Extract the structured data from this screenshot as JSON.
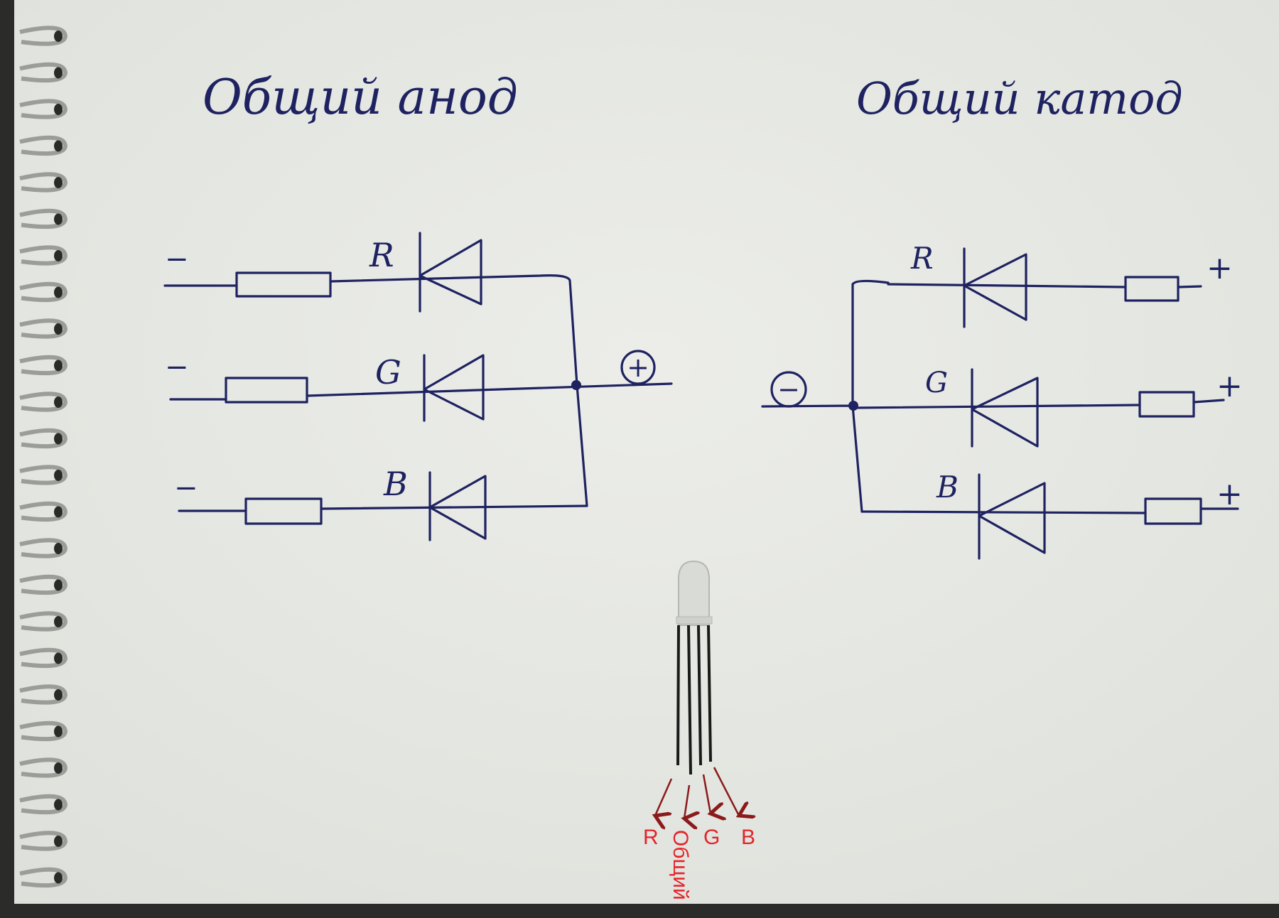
{
  "titles": {
    "left": "Общий анод",
    "right": "Общий катод"
  },
  "left_circuit": {
    "channels": [
      "R",
      "G",
      "B"
    ],
    "input_sign": "−",
    "common_sign": "+"
  },
  "right_circuit": {
    "channels": [
      "R",
      "G",
      "B"
    ],
    "input_sign": "+",
    "common_sign": "−"
  },
  "led_pins": {
    "labels": [
      "R",
      "Общий",
      "G",
      "B"
    ]
  },
  "colors": {
    "paper": "#e8eae5",
    "ink": "#1e2260",
    "annotation": "#e3242b"
  }
}
